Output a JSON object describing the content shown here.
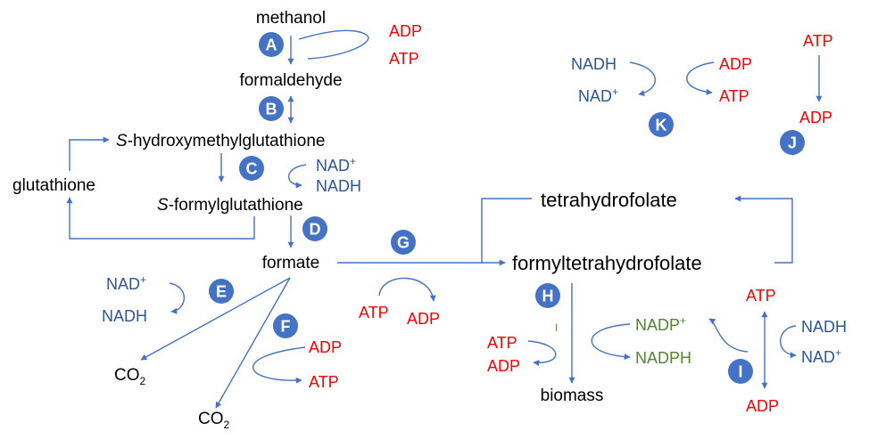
{
  "colors": {
    "badge": "#4472C4",
    "arrow": "#4472C4",
    "black_text": "#000000",
    "blue_text": "#2F5597",
    "red_text": "#FF0000",
    "green_text": "#548235",
    "orange_mark": "#C55A11"
  },
  "metabolites": {
    "methanol": "methanol",
    "formaldehyde": "formaldehyde",
    "s_hmg_prefix": "S",
    "s_hmg_rest": "-hydroxymethylglutathione",
    "glutathione": "glutathione",
    "s_fg_prefix": "S",
    "s_fg_rest": "-formylglutathione",
    "formate": "formate",
    "thf": "tetrahydrofolate",
    "fthf": "formyltetrahydrofolate",
    "biomass": "biomass",
    "co2": "CO",
    "co2_sub": "2"
  },
  "cofactors": {
    "adp": "ADP",
    "atp": "ATP",
    "nad": "NAD",
    "nad_sup": "+",
    "nadh": "NADH",
    "nadp": "NADP",
    "nadp_sup": "+",
    "nadph": "NADPH"
  },
  "badges": {
    "A": "A",
    "B": "B",
    "C": "C",
    "D": "D",
    "E": "E",
    "F": "F",
    "G": "G",
    "H": "H",
    "I": "I",
    "J": "J",
    "K": "K"
  },
  "marks": {
    "h_tick": "I"
  }
}
